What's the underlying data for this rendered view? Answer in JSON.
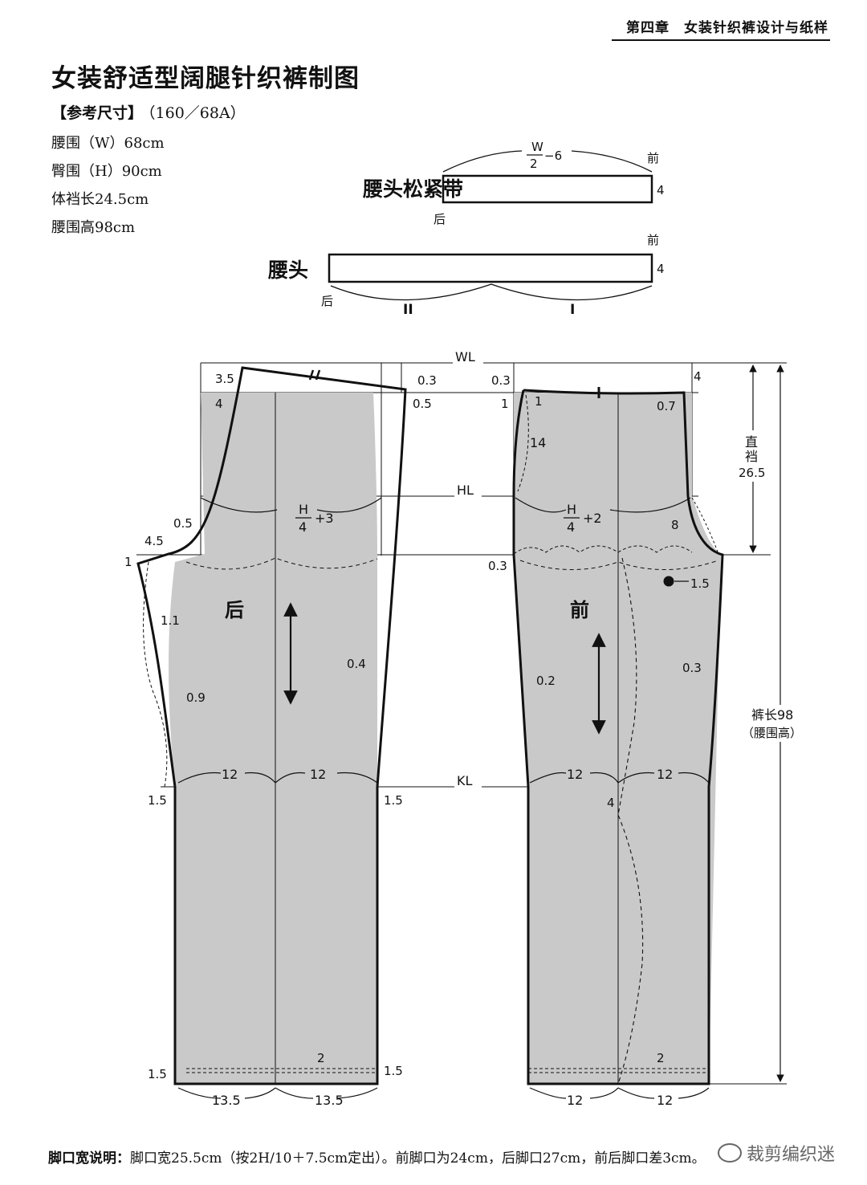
{
  "header": {
    "chapter": "第四章　女装针织裤设计与纸样"
  },
  "title": "女装舒适型阔腿针织裤制图",
  "reference": {
    "heading": "【参考尺寸】",
    "size": "（160／68A）",
    "items": [
      "腰围（W）68cm",
      "臀围（H）90cm",
      "体裆长24.5cm",
      "腰围高98cm"
    ]
  },
  "elastic_band": {
    "label": "腰头松紧带",
    "formula_num": "W",
    "formula_den": "2",
    "formula_rest": "−6",
    "front": "前",
    "back": "后",
    "width": "4"
  },
  "waistband": {
    "label": "腰头",
    "front": "前",
    "back": "后",
    "width": "4",
    "mark_back": "II",
    "mark_front": "I"
  },
  "lines": {
    "wl": "WL",
    "hl": "HL",
    "kl": "KL"
  },
  "back_piece": {
    "label": "后",
    "hip_num": "H",
    "hip_den": "4",
    "hip_rest": "+3",
    "dims": {
      "waist_raise": "3.5",
      "waist_side": "0.3",
      "waist_side_in": "0.5",
      "waist_drop": "4",
      "crotch_curve": "0.5",
      "crotch_ext": "4.5",
      "crotch_drop": "1",
      "inseam_curve_1": "1.1",
      "inseam_curve_2": "0.9",
      "outseam_curve": "0.4",
      "knee_in": "1.5",
      "knee_out": "1.5",
      "knee_left": "12",
      "knee_right": "12",
      "hem_in": "1.5",
      "hem_out": "1.5",
      "hem_allow": "2",
      "hem_left": "13.5",
      "hem_right": "13.5"
    }
  },
  "front_piece": {
    "label": "前",
    "hip_num": "H",
    "hip_den": "4",
    "hip_rest": "+2",
    "dims": {
      "waist_center": "0.3",
      "waist_drop_center": "1",
      "fly_top": "1",
      "fly_length": "14",
      "waist_side_in": "0.7",
      "waist_side_ext": "4",
      "crotch_curve": "8",
      "crotch_drop": "0.3",
      "pocket": "1.5",
      "inseam_curve": "0.2",
      "outseam_curve": "0.3",
      "knee_left": "12",
      "knee_right": "12",
      "knee_crease": "4",
      "hem_allow": "2",
      "hem_left": "12",
      "hem_right": "12"
    }
  },
  "measures": {
    "rise_label_1": "直",
    "rise_label_2": "裆",
    "rise_value": "26.5",
    "length_label": "裤长98",
    "length_sub": "（腰围高）"
  },
  "footer": {
    "label": "脚口宽说明：",
    "text": "脚口宽25.5cm（按2H/10＋7.5cm定出）。前脚口为24cm，后脚口27cm，前后脚口差3cm。"
  },
  "watermark": "裁剪编织迷",
  "colors": {
    "fabric": "#c9c9c9",
    "line": "#111111"
  }
}
